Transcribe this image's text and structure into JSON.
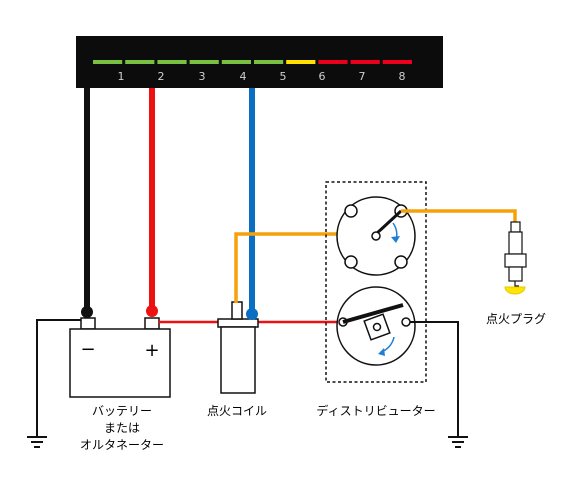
{
  "meter": {
    "segment_numbers": [
      "1",
      "2",
      "3",
      "4",
      "5",
      "6",
      "7",
      "8"
    ],
    "segment_colors": [
      "#7ac143",
      "#7ac143",
      "#7ac143",
      "#7ac143",
      "#7ac143",
      "#7ac143",
      "#ffe000",
      "#e8001c",
      "#e8001c",
      "#e8001c"
    ]
  },
  "labels": {
    "battery_line1": "バッテリー",
    "battery_line2": "または",
    "battery_line3": "オルタネーター",
    "coil": "点火コイル",
    "distributor": "ディストリビューター",
    "spark_plug": "点火プラグ"
  },
  "battery": {
    "negative": "−",
    "positive": "+"
  },
  "wire_colors": {
    "black": "#111111",
    "red": "#ee1111",
    "blue": "#0a6fc2",
    "orange": "#f5a10a"
  }
}
